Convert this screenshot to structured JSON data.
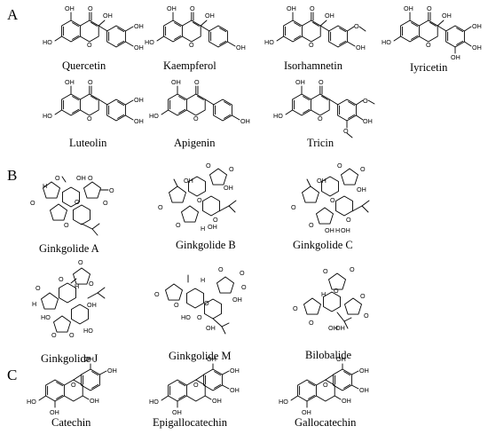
{
  "sections": [
    {
      "label": "A",
      "compounds": [
        {
          "name": "Quercetin",
          "atoms": [
            "OH",
            "O",
            "HO",
            "OH",
            "O",
            "OH",
            "OH"
          ]
        },
        {
          "name": "Kaempferol",
          "atoms": [
            "OH",
            "O",
            "HO",
            "OH",
            "O",
            "OH"
          ]
        },
        {
          "name": "Isorhamnetin",
          "atoms": [
            "OH",
            "O",
            "HO",
            "OH",
            "O",
            "O",
            "OH"
          ]
        },
        {
          "name": "Iyricetin",
          "atoms": [
            "OH",
            "O",
            "HO",
            "OH",
            "O",
            "OH",
            "OH",
            "OH"
          ]
        },
        {
          "name": "Luteolin",
          "atoms": [
            "OH",
            "O",
            "HO",
            "O",
            "OH",
            "OH"
          ]
        },
        {
          "name": "Apigenin",
          "atoms": [
            "OH",
            "O",
            "HO",
            "O",
            "OH"
          ]
        },
        {
          "name": "Tricin",
          "atoms": [
            "OH",
            "O",
            "HO",
            "O",
            "O",
            "OH",
            "O"
          ]
        }
      ]
    },
    {
      "label": "B",
      "compounds": [
        {
          "name": "Ginkgolide A",
          "atoms": [
            "H",
            "O",
            "O",
            "OH",
            "O",
            "O",
            "O",
            "O",
            "O"
          ]
        },
        {
          "name": "Ginkgolide B",
          "atoms": [
            "O",
            "O",
            "O",
            "O",
            "OH",
            "OH",
            "O",
            "O",
            "H",
            "OH"
          ]
        },
        {
          "name": "Ginkgolide C",
          "atoms": [
            "O",
            "O",
            "O",
            "O",
            "OH",
            "OH",
            "O",
            "O",
            "OH",
            "H",
            "OH"
          ]
        },
        {
          "name": "Ginkgolide J",
          "atoms": [
            "O",
            "O",
            "O",
            "H",
            "HO",
            "O",
            "HO",
            "H",
            "OH",
            "O",
            "O"
          ]
        },
        {
          "name": "Ginkgolide M",
          "atoms": [
            "O",
            "O",
            "O",
            "O",
            "H",
            "OH",
            "O",
            "O",
            "OH",
            "HO",
            "O"
          ]
        },
        {
          "name": "Bilobalide",
          "atoms": [
            "O",
            "O",
            "O",
            "O",
            "O",
            "O",
            "O",
            "OH",
            "H",
            "OH"
          ]
        }
      ]
    },
    {
      "label": "C",
      "compounds": [
        {
          "name": "Catechin",
          "atoms": [
            "OH",
            "HO",
            "O",
            "OH",
            "OH",
            "OH"
          ]
        },
        {
          "name": "Epigallocatechin",
          "atoms": [
            "OH",
            "HO",
            "O",
            "OH",
            "OH",
            "OH",
            "OH"
          ]
        },
        {
          "name": "Gallocatechin",
          "atoms": [
            "OH",
            "HO",
            "O",
            "OH",
            "OH",
            "OH",
            "OH"
          ]
        }
      ]
    }
  ]
}
